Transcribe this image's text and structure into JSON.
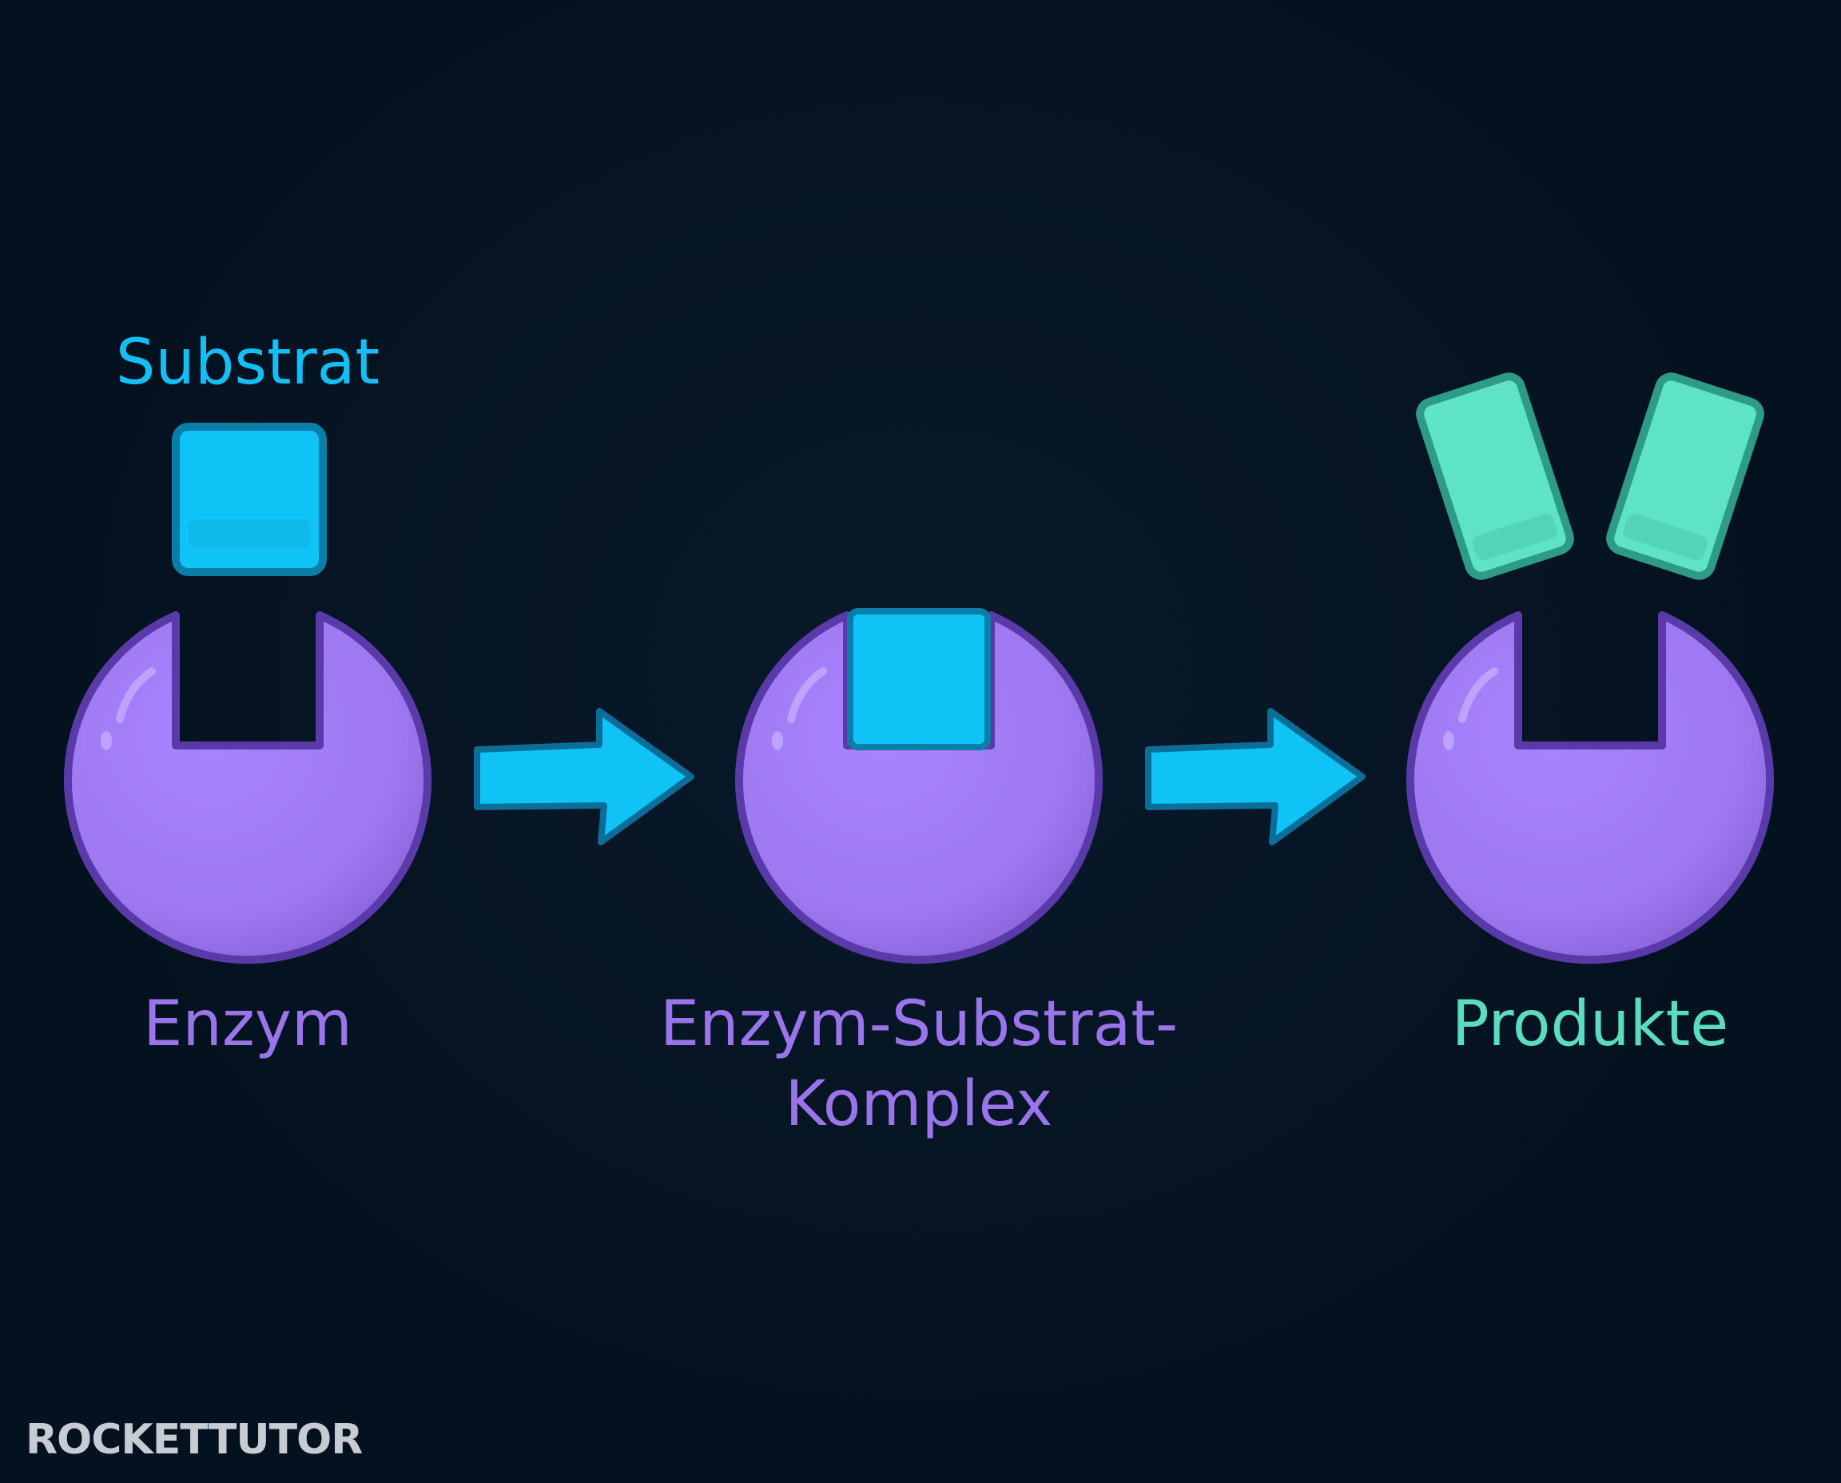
{
  "labels": {
    "substrat": "Substrat",
    "enzym": "Enzym",
    "complex_line1": "Enzym-Substrat-",
    "complex_line2": "Komplex",
    "produkte": "Produkte"
  },
  "logo": {
    "text": "ROCKETTUTOR"
  },
  "colors": {
    "background": "#04111f",
    "enzyme_fill": "#a07bf2",
    "enzyme_outline": "#5a3aa8",
    "substrate_fill": "#10c3f6",
    "substrate_outline": "#0a7ea8",
    "arrow_fill": "#10c3f6",
    "product_fill": "#5fe3c5",
    "product_outline": "#2e9b85"
  }
}
